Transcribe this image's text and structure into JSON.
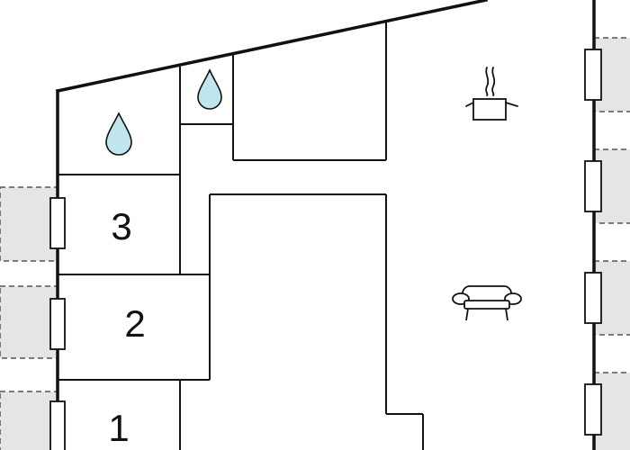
{
  "floorplan": {
    "rooms": [
      {
        "id": "bedroom-3",
        "label": "3"
      },
      {
        "id": "bedroom-2",
        "label": "2"
      },
      {
        "id": "bedroom-1",
        "label": "1"
      }
    ],
    "icons": [
      {
        "name": "water-drop-icon",
        "meaning": "bathroom"
      },
      {
        "name": "water-drop-icon",
        "meaning": "toilet"
      },
      {
        "name": "cooking-pot-icon",
        "meaning": "kitchen"
      },
      {
        "name": "sofa-icon",
        "meaning": "living room"
      }
    ],
    "colors": {
      "wall": "#111111",
      "water_drop_fill": "#bfe6ef",
      "exterior_area_fill": "#e5e5e8"
    }
  }
}
